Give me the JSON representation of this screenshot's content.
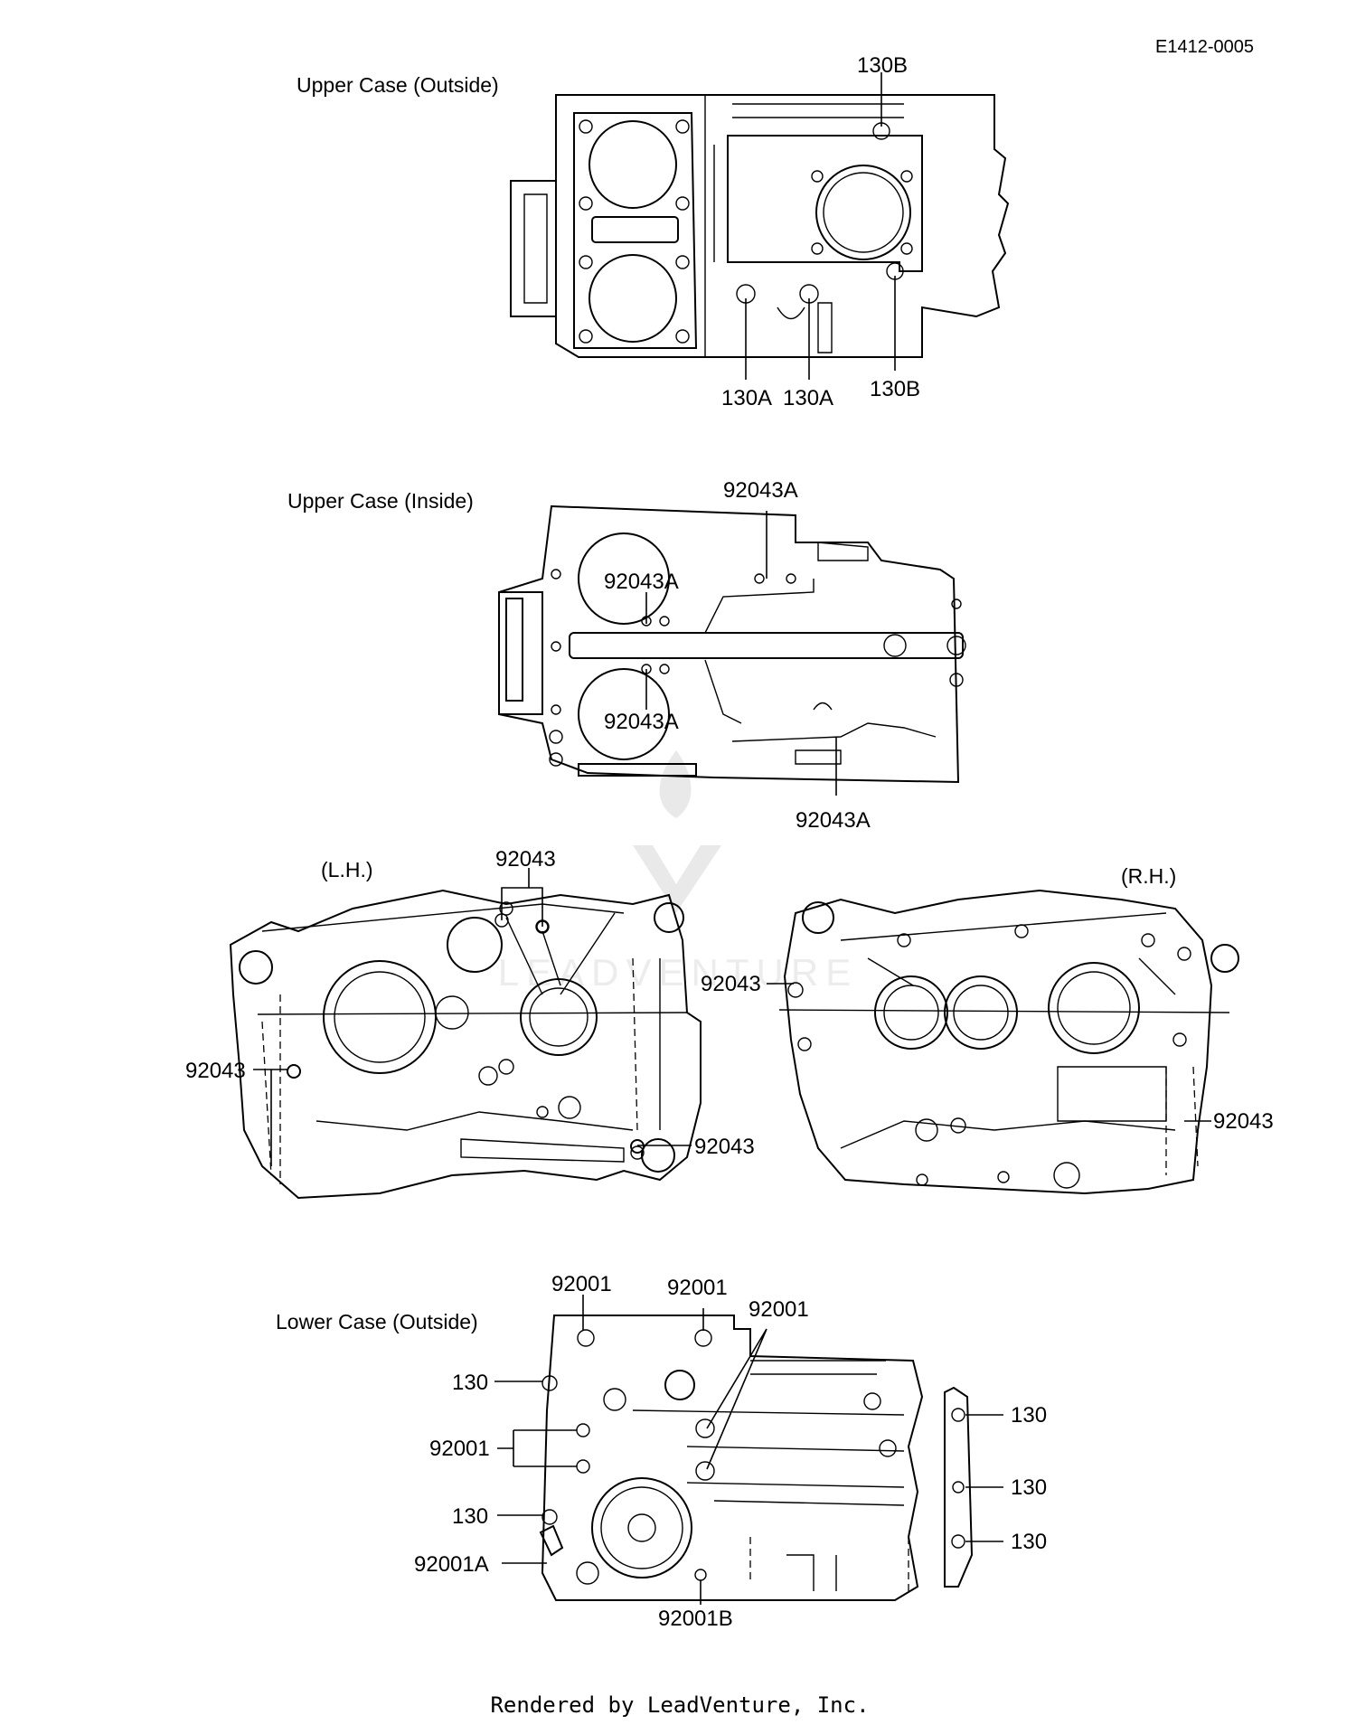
{
  "diagram": {
    "ref_code": "E1412-0005",
    "footer": "Rendered by LeadVenture, Inc.",
    "sections": {
      "upper_outside": {
        "title": "Upper Case (Outside)",
        "callouts": [
          "130B",
          "130A",
          "130A",
          "130B"
        ]
      },
      "upper_inside": {
        "title": "Upper Case (Inside)",
        "callouts": [
          "92043A",
          "92043A",
          "92043A",
          "92043A"
        ]
      },
      "side_views": {
        "lh_title": "(L.H.)",
        "rh_title": "(R.H.)",
        "lh_callouts": [
          "92043",
          "92043",
          "92043"
        ],
        "rh_callouts": [
          "92043",
          "92043"
        ]
      },
      "lower_outside": {
        "title": "Lower Case (Outside)",
        "callouts": [
          "92001",
          "92001",
          "92001",
          "130",
          "92001",
          "130",
          "92001A",
          "92001B",
          "130",
          "130",
          "130"
        ]
      }
    }
  }
}
